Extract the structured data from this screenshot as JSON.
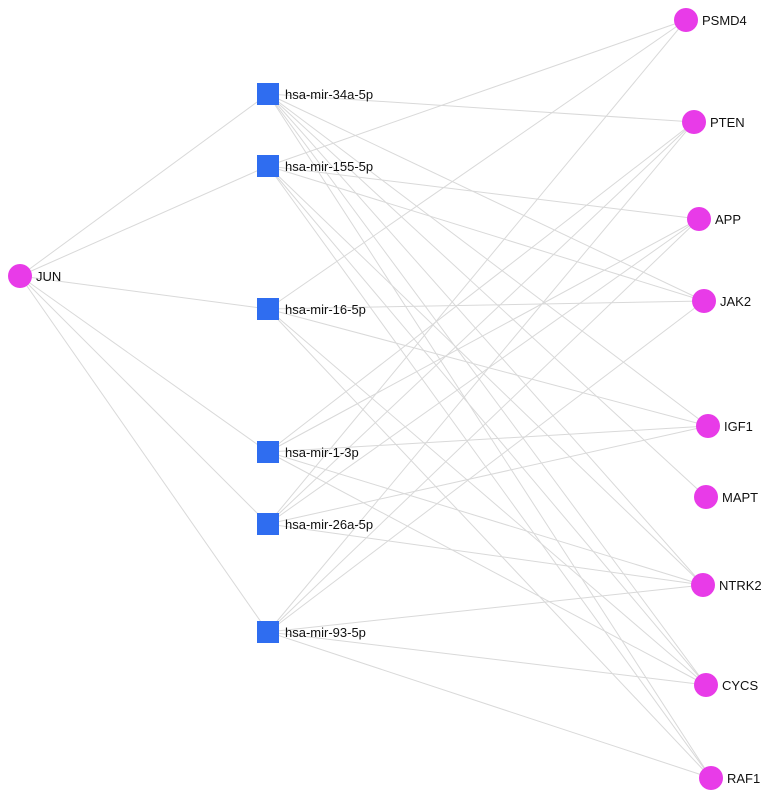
{
  "colors": {
    "gene_node": "#e83be8",
    "mirna_node": "#2f6df0",
    "edge": "#d9d9d9"
  },
  "nodes": {
    "jun": {
      "label": "JUN",
      "kind": "gene"
    },
    "mir34a": {
      "label": "hsa-mir-34a-5p",
      "kind": "mirna"
    },
    "mir155": {
      "label": "hsa-mir-155-5p",
      "kind": "mirna"
    },
    "mir16": {
      "label": "hsa-mir-16-5p",
      "kind": "mirna"
    },
    "mir1": {
      "label": "hsa-mir-1-3p",
      "kind": "mirna"
    },
    "mir26a": {
      "label": "hsa-mir-26a-5p",
      "kind": "mirna"
    },
    "mir93": {
      "label": "hsa-mir-93-5p",
      "kind": "mirna"
    },
    "psmd4": {
      "label": "PSMD4",
      "kind": "gene"
    },
    "pten": {
      "label": "PTEN",
      "kind": "gene"
    },
    "app": {
      "label": "APP",
      "kind": "gene"
    },
    "jak2": {
      "label": "JAK2",
      "kind": "gene"
    },
    "igf1": {
      "label": "IGF1",
      "kind": "gene"
    },
    "mapt": {
      "label": "MAPT",
      "kind": "gene"
    },
    "ntrk2": {
      "label": "NTRK2",
      "kind": "gene"
    },
    "cycs": {
      "label": "CYCS",
      "kind": "gene"
    },
    "raf1": {
      "label": "RAF1",
      "kind": "gene"
    }
  },
  "edges": [
    [
      "jun",
      "mir34a"
    ],
    [
      "jun",
      "mir155"
    ],
    [
      "jun",
      "mir16"
    ],
    [
      "jun",
      "mir1"
    ],
    [
      "jun",
      "mir26a"
    ],
    [
      "jun",
      "mir93"
    ],
    [
      "mir34a",
      "pten"
    ],
    [
      "mir34a",
      "jak2"
    ],
    [
      "mir34a",
      "igf1"
    ],
    [
      "mir34a",
      "mapt"
    ],
    [
      "mir34a",
      "ntrk2"
    ],
    [
      "mir34a",
      "cycs"
    ],
    [
      "mir34a",
      "raf1"
    ],
    [
      "mir155",
      "psmd4"
    ],
    [
      "mir155",
      "app"
    ],
    [
      "mir155",
      "jak2"
    ],
    [
      "mir155",
      "ntrk2"
    ],
    [
      "mir155",
      "cycs"
    ],
    [
      "mir155",
      "raf1"
    ],
    [
      "mir16",
      "psmd4"
    ],
    [
      "mir16",
      "jak2"
    ],
    [
      "mir16",
      "igf1"
    ],
    [
      "mir16",
      "cycs"
    ],
    [
      "mir16",
      "raf1"
    ],
    [
      "mir1",
      "pten"
    ],
    [
      "mir1",
      "app"
    ],
    [
      "mir1",
      "igf1"
    ],
    [
      "mir1",
      "ntrk2"
    ],
    [
      "mir1",
      "cycs"
    ],
    [
      "mir26a",
      "psmd4"
    ],
    [
      "mir26a",
      "pten"
    ],
    [
      "mir26a",
      "app"
    ],
    [
      "mir26a",
      "igf1"
    ],
    [
      "mir26a",
      "ntrk2"
    ],
    [
      "mir93",
      "pten"
    ],
    [
      "mir93",
      "app"
    ],
    [
      "mir93",
      "jak2"
    ],
    [
      "mir93",
      "ntrk2"
    ],
    [
      "mir93",
      "cycs"
    ],
    [
      "mir93",
      "raf1"
    ]
  ]
}
